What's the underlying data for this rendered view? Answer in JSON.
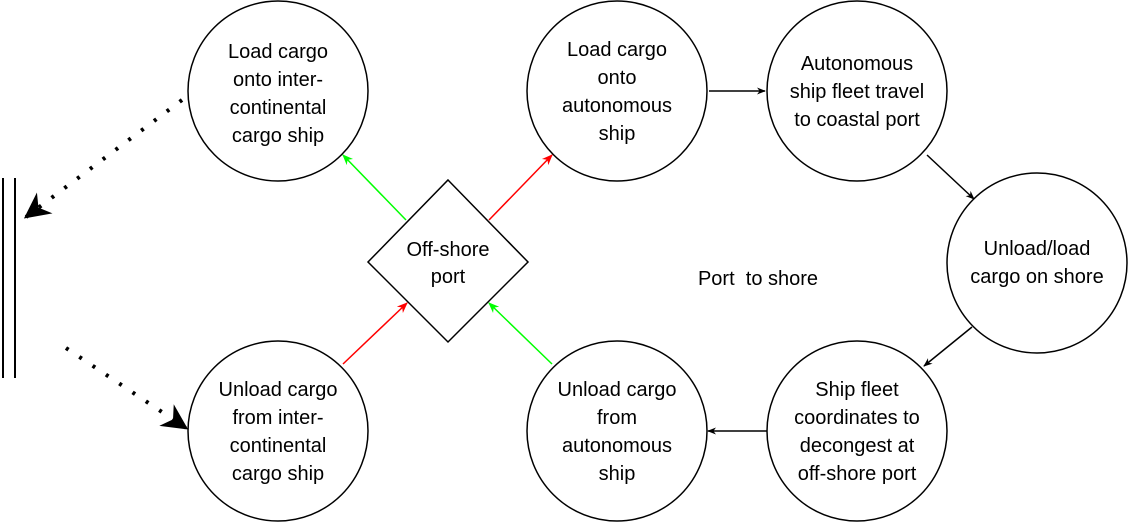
{
  "nodes": {
    "load_intercontinental": [
      "Load cargo",
      "onto inter-",
      "continental",
      "cargo ship"
    ],
    "load_autonomous": [
      "Load cargo",
      "onto",
      "autonomous",
      "ship"
    ],
    "fleet_travel": [
      "Autonomous",
      "ship fleet travel",
      "to coastal port"
    ],
    "unload_shore": [
      "Unload/load",
      "cargo on shore"
    ],
    "coordinate": [
      "Ship fleet",
      "coordinates to",
      "decongest at",
      "off-shore port"
    ],
    "unload_autonomous": [
      "Unload cargo",
      "from",
      "autonomous",
      "ship"
    ],
    "unload_intercontinental": [
      "Unload cargo",
      "from inter-",
      "continental",
      "cargo ship"
    ],
    "offshore_port": [
      "Off-shore",
      "port"
    ]
  },
  "labels": {
    "port_to_shore": "Port  to shore"
  },
  "colors": {
    "black_edges": "#000000",
    "red_edges": "#ff0000",
    "green_edges": "#00ff00"
  }
}
